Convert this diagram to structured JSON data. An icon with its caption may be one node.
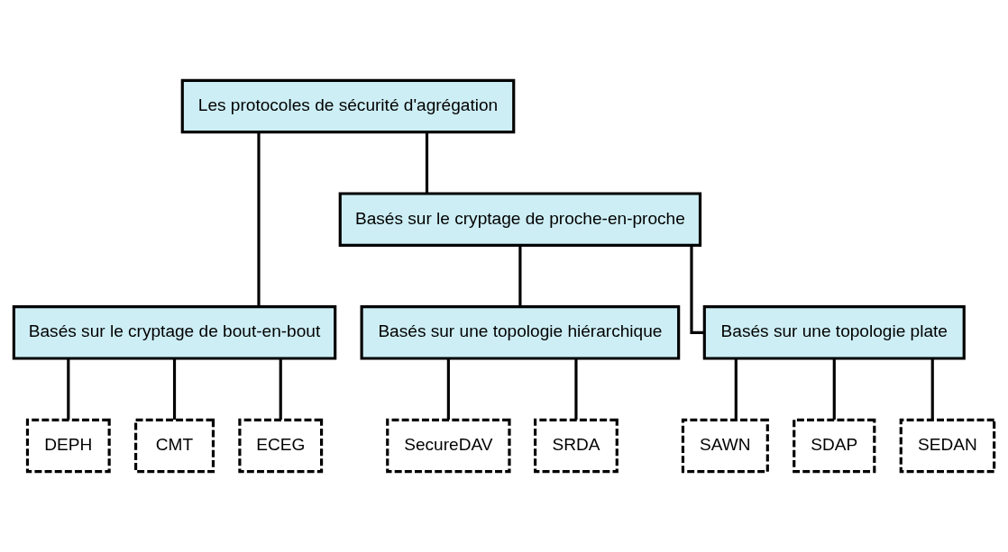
{
  "diagram": {
    "nodes": [
      {
        "text": [
          "Les protocoles de sécurité d'agrégation"
        ]
      },
      {
        "text": [
          "Basés sur le cryptage de bout-en-bout"
        ]
      },
      {
        "text": [
          "Basés sur le cryptage de proche-en-proche"
        ]
      },
      {
        "text": [
          "Basés sur une topologie hiérarchique"
        ]
      },
      {
        "text": [
          "Basés sur une topologie plate"
        ]
      },
      {
        "text": [
          "DEPH"
        ]
      },
      {
        "text": [
          "CMT"
        ]
      },
      {
        "text": [
          "ECEG"
        ]
      },
      {
        "text": [
          "SecureDAV"
        ]
      },
      {
        "text": [
          "SRDA"
        ]
      },
      {
        "text": [
          "SAWN"
        ]
      },
      {
        "text": [
          "SDAP"
        ]
      },
      {
        "text": [
          "SEDAN"
        ]
      }
    ],
    "edges": [
      {
        "from": 0,
        "to": 1,
        "arrow": "none"
      },
      {
        "from": 0,
        "to": 2,
        "arrow": "none"
      },
      {
        "from": 2,
        "to": 3,
        "arrow": "none"
      },
      {
        "from": 2,
        "to": 4,
        "arrow": "none"
      },
      {
        "from": 1,
        "to": 5,
        "arrow": "none"
      },
      {
        "from": 1,
        "to": 6,
        "arrow": "none"
      },
      {
        "from": 1,
        "to": 7,
        "arrow": "none"
      },
      {
        "from": 3,
        "to": 8,
        "arrow": "none"
      },
      {
        "from": 3,
        "to": 9,
        "arrow": "none"
      },
      {
        "from": 4,
        "to": 10,
        "arrow": "none"
      },
      {
        "from": 4,
        "to": 11,
        "arrow": "none"
      },
      {
        "from": 4,
        "to": 12,
        "arrow": "none"
      }
    ]
  }
}
